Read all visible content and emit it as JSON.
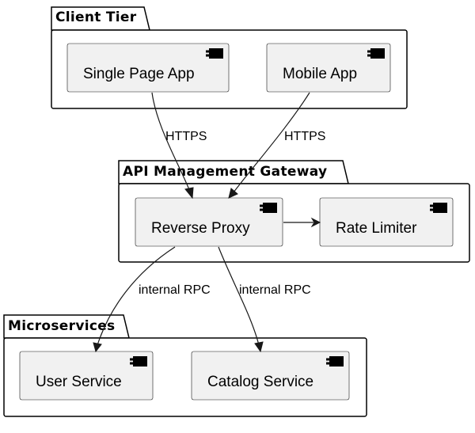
{
  "packages": {
    "client_tier": {
      "title": "Client Tier"
    },
    "api_gateway": {
      "title": "API Management Gateway"
    },
    "microservices": {
      "title": "Microservices"
    }
  },
  "components": {
    "single_page_app": {
      "label": "Single Page App"
    },
    "mobile_app": {
      "label": "Mobile App"
    },
    "reverse_proxy": {
      "label": "Reverse Proxy"
    },
    "rate_limiter": {
      "label": "Rate Limiter"
    },
    "user_service": {
      "label": "User Service"
    },
    "catalog_service": {
      "label": "Catalog Service"
    }
  },
  "edges": {
    "spa_to_proxy": {
      "label": "HTTPS"
    },
    "mobile_to_proxy": {
      "label": "HTTPS"
    },
    "proxy_to_limiter": {
      "label": ""
    },
    "proxy_to_user": {
      "label": "internal RPC"
    },
    "proxy_to_catalog": {
      "label": "internal RPC"
    }
  },
  "colors": {
    "component_fill": "#f1f1f1",
    "component_stroke": "#181818",
    "package_stroke": "#000000",
    "background": "#ffffff"
  }
}
